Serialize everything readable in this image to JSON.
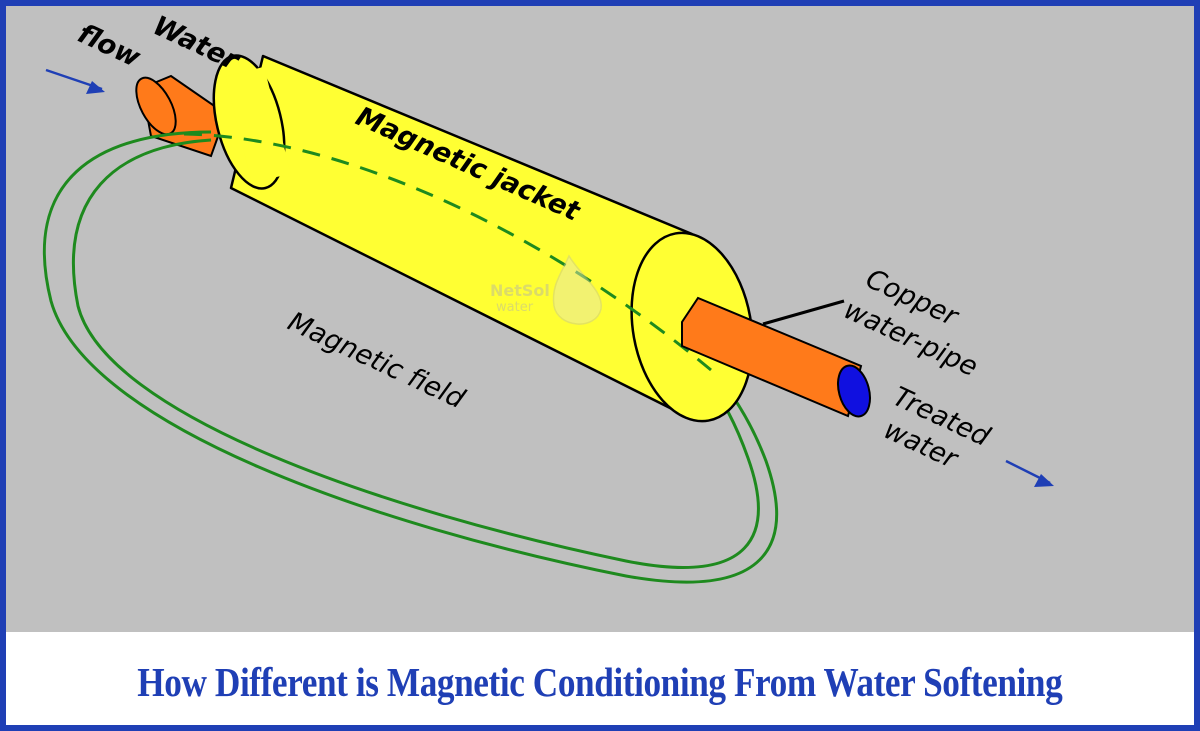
{
  "labels": {
    "water": "Water",
    "flow": "flow",
    "magnetic_jacket": "Magnetic jacket",
    "copper_line1": "Copper",
    "copper_line2": "water-pipe",
    "treated_line1": "Treated",
    "treated_line2": "water",
    "magnetic_field": "Magnetic field"
  },
  "watermark": {
    "brand": "NetSol",
    "sub": "water"
  },
  "caption": "How Different is Magnetic Conditioning From Water Softening",
  "colors": {
    "border": "#1f3fb5",
    "background": "#c0c0c0",
    "jacket": "#ffff33",
    "pipe": "#ff7a1a",
    "pipe_end": "#1010e0",
    "field": "#1e8a1e",
    "arrow": "#1f3fb5",
    "caption": "#1f3fb5"
  },
  "icons": [
    "flow-arrow-icon",
    "treated-flow-arrow-icon",
    "watermark-drop-icon"
  ]
}
